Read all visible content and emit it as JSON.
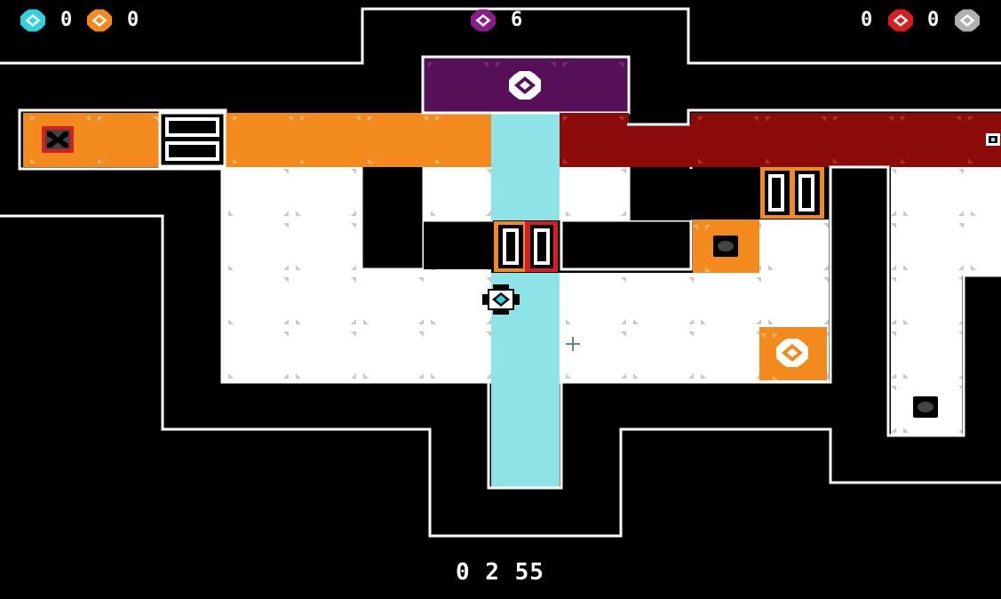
{
  "hud": {
    "cyan_count": "0",
    "orange_count": "0",
    "purple_count": "6",
    "red_count": "0",
    "gray_count": "0",
    "timer": "0 2 55"
  },
  "colors": {
    "background": "#000000",
    "outline": "#ffffff",
    "floor": "#ffffff",
    "cyan": "#8ee3e6",
    "orange": "#f28a1e",
    "red": "#8b0a0a",
    "purple": "#561057",
    "gray": "#b0b0b0"
  },
  "icons": {
    "collectible": "ring-gem-icon",
    "player": "robot-icon",
    "switch": "pressure-switch-icon",
    "door": "double-door-icon",
    "crosshair": "crosshair-icon"
  }
}
